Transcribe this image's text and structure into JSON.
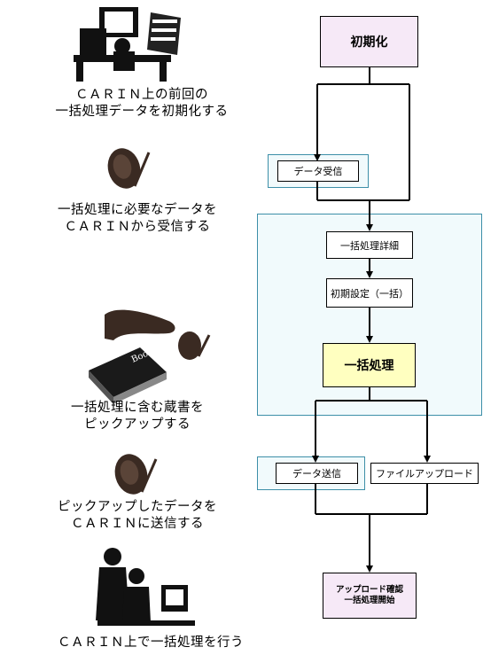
{
  "captions": [
    "ＣＡＲＩＮ上の前回の",
    "一括処理データを初期化する",
    "一括処理に必要なデータを",
    "ＣＡＲＩＮから受信する",
    "一括処理に含む蔵書を",
    "ピックアップする",
    "ピックアップしたデータを",
    "ＣＡＲＩＮに送信する",
    "ＣＡＲＩＮ上で一括処理を行う"
  ],
  "flow": {
    "init": "初期化",
    "receive": "データ受信",
    "detail": "一括処理詳細",
    "setup": "初期設定（一括）",
    "batch": "一括処理",
    "send": "データ送信",
    "upload": "ファイルアップロード",
    "final_line1": "アップロード確認",
    "final_line2": "一括処理開始"
  },
  "book_label": "Book",
  "colors": {
    "init_fill": "#f6e9f7",
    "batch_fill": "#ffffc0",
    "panel_fill": "#f1fafc",
    "panel_border": "#3d8fa8",
    "figure": "#3a2a22"
  }
}
